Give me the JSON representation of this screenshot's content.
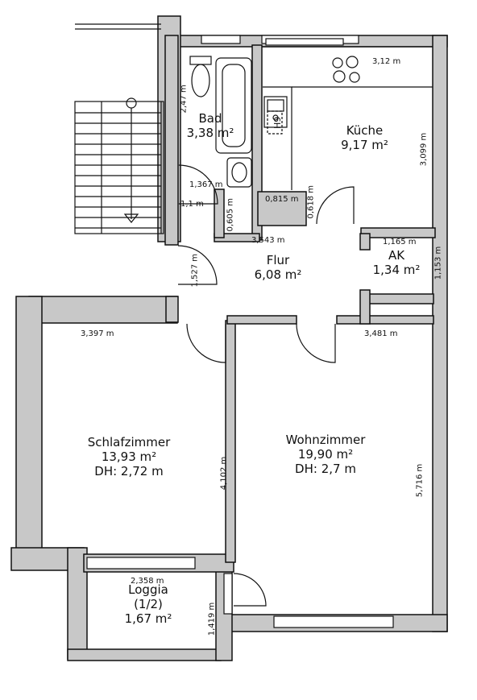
{
  "rooms": {
    "bad": {
      "name": "Bad",
      "area": "3,38 m²"
    },
    "kueche": {
      "name": "Küche",
      "area": "9,17 m²"
    },
    "flur": {
      "name": "Flur",
      "area": "6,08 m²"
    },
    "ak": {
      "name": "AK",
      "area": "1,34 m²"
    },
    "schlafzimmer": {
      "name": "Schlafzimmer",
      "area": "13,93 m²",
      "height": "DH: 2,72 m"
    },
    "wohnzimmer": {
      "name": "Wohnzimmer",
      "area": "19,90 m²",
      "height": "DH: 2,7 m"
    },
    "loggia": {
      "name": "Loggia",
      "share": "(1/2)",
      "area": "1,67 m²"
    }
  },
  "dimensions": {
    "bad_height": "2,47 m",
    "bad_width": "1,367 m",
    "bad_small": "1,1 m",
    "bad_small_vert": "0,605 m",
    "kueche_width": "3,12 m",
    "kueche_height": "3,099 m",
    "kueche_door": "0,815 m",
    "kueche_small": "0,618 m",
    "flur_width": "3,543 m",
    "flur_height": "1,527 m",
    "ak_width": "1,165 m",
    "ak_height": "1,153 m",
    "schlaf_width": "3,397 m",
    "schlaf_height": "4,102 m",
    "wohn_width": "3,481 m",
    "wohn_height": "5,716 m",
    "loggia_width": "2,358 m",
    "loggia_height": "1,419 m"
  },
  "fixtures": {
    "stove_label": "H9"
  },
  "colors": {
    "wall_fill": "#c8c8c8",
    "wall_stroke": "#111111",
    "background": "#ffffff"
  }
}
